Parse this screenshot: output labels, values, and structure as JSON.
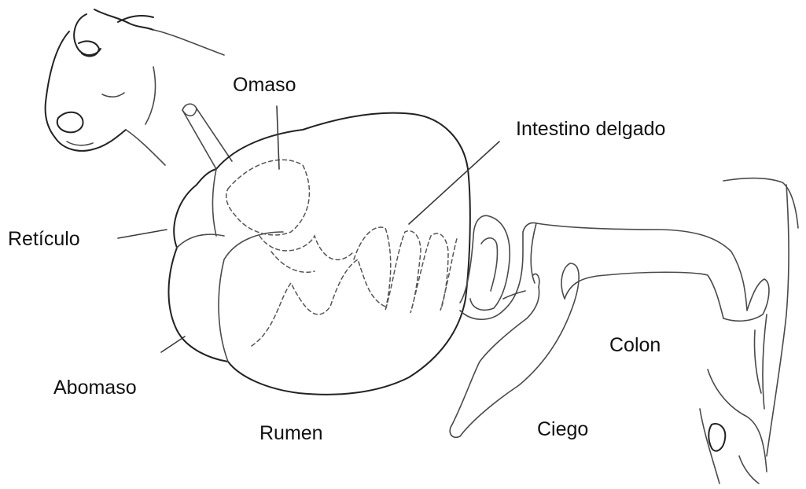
{
  "labels": {
    "omaso": "Omaso",
    "intestino_delgado": "Intestino delgado",
    "reticulo": "Retículo",
    "abomaso": "Abomaso",
    "rumen": "Rumen",
    "colon": "Colon",
    "ciego": "Ciego"
  }
}
